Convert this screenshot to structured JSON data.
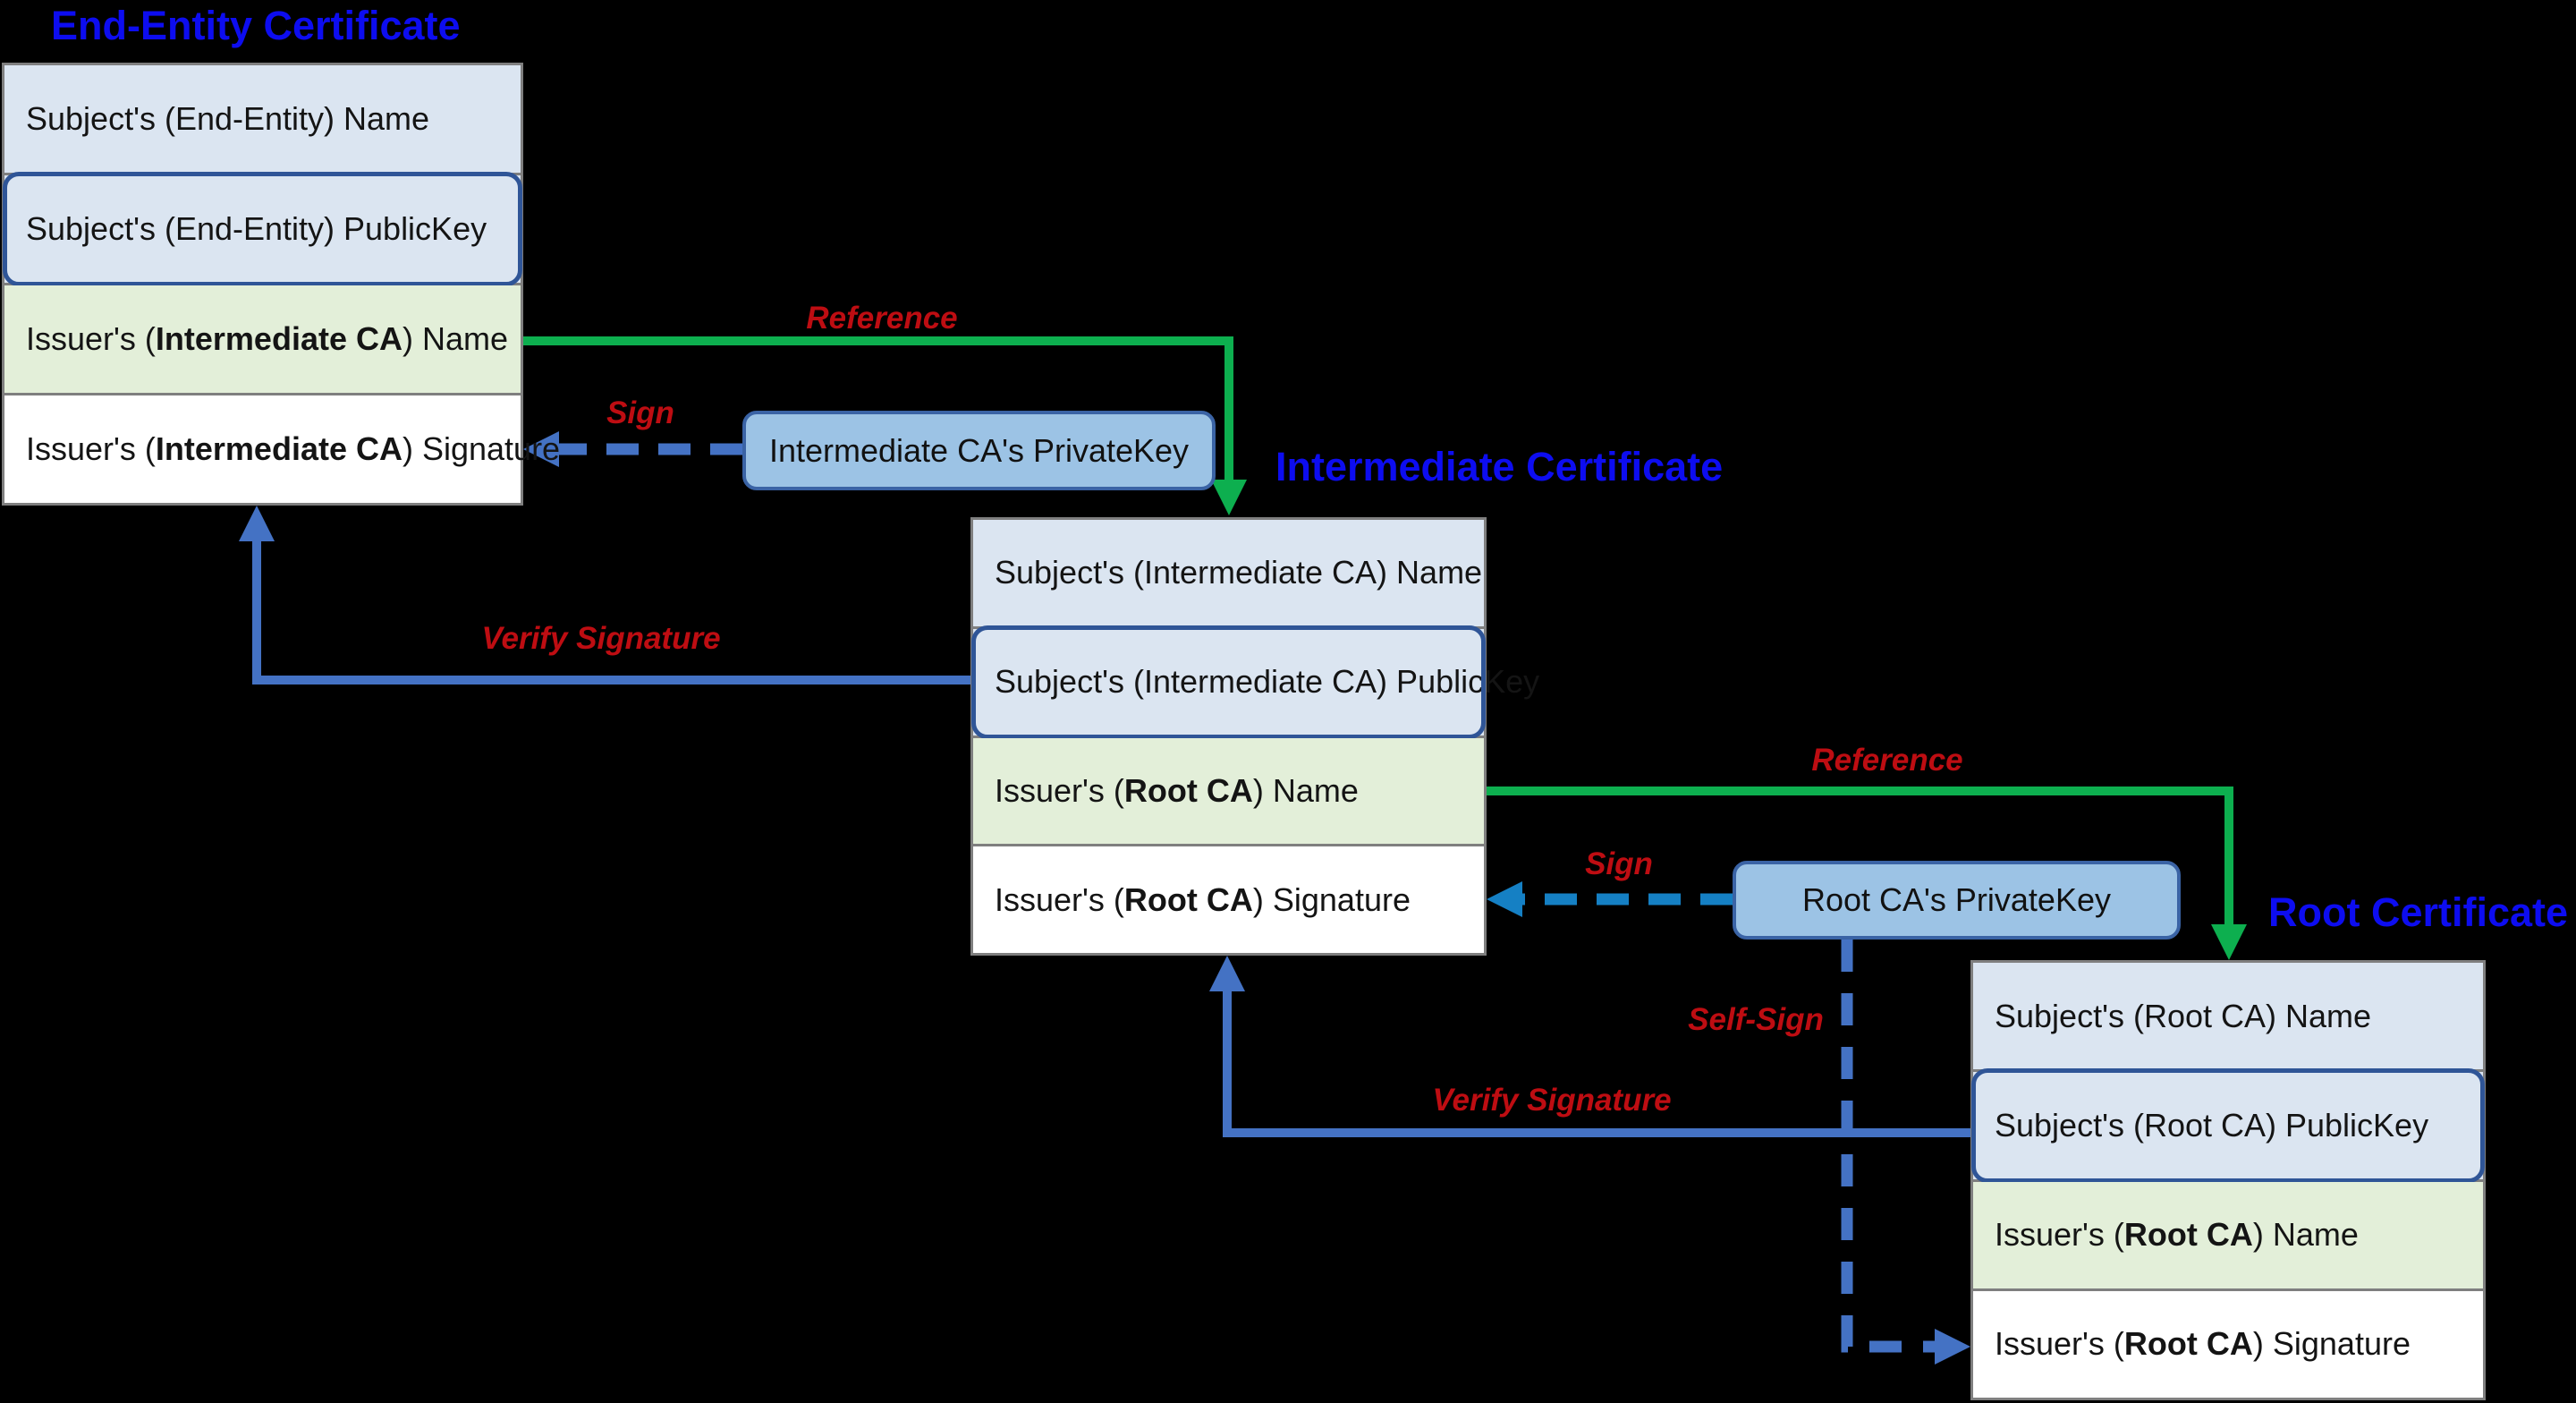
{
  "titles": {
    "end_entity": "End-Entity Certificate",
    "intermediate": "Intermediate Certificate",
    "root": "Root Certificate"
  },
  "certificates": [
    {
      "name": "end-entity-certificate",
      "rows": [
        {
          "pre": "Subject's (End-Entity) Name",
          "bold": "",
          "post": ""
        },
        {
          "pre": "Subject's (End-Entity) PublicKey",
          "bold": "",
          "post": ""
        },
        {
          "pre": "Issuer's (",
          "bold": "Intermediate CA",
          "post": ") Name"
        },
        {
          "pre": "Issuer's (",
          "bold": "Intermediate CA",
          "post": ") Signature"
        }
      ]
    },
    {
      "name": "intermediate-certificate",
      "rows": [
        {
          "pre": "Subject's (Intermediate CA) Name",
          "bold": "",
          "post": ""
        },
        {
          "pre": "Subject's (Intermediate CA) PublicKey",
          "bold": "",
          "post": ""
        },
        {
          "pre": "Issuer's (",
          "bold": "Root CA",
          "post": ") Name"
        },
        {
          "pre": "Issuer's (",
          "bold": "Root CA",
          "post": ") Signature"
        }
      ]
    },
    {
      "name": "root-certificate",
      "rows": [
        {
          "pre": "Subject's (Root CA) Name",
          "bold": "",
          "post": ""
        },
        {
          "pre": "Subject's (Root CA) PublicKey",
          "bold": "",
          "post": ""
        },
        {
          "pre": "Issuer's (",
          "bold": "Root CA",
          "post": ") Name"
        },
        {
          "pre": "Issuer's (",
          "bold": "Root CA",
          "post": ") Signature"
        }
      ]
    }
  ],
  "keys": [
    {
      "label": "Intermediate CA's PrivateKey"
    },
    {
      "label": "Root CA's PrivateKey"
    }
  ],
  "arrow_labels": {
    "reference1": "Reference",
    "sign1": "Sign",
    "verify1": "Verify Signature",
    "reference2": "Reference",
    "sign2": "Sign",
    "verify2": "Verify Signature",
    "self_sign": "Self-Sign"
  },
  "colors": {
    "background": "#000000",
    "title_blue": "#0d0df0",
    "label_red": "#be0d12",
    "reference_green": "#0daf4f",
    "arrow_blue": "#4472c4",
    "sign2_blue": "#1580c4",
    "row_light_blue": "#dbe5f1",
    "row_light_green": "#e3efd9",
    "row_white": "#ffffff",
    "row_border_gray": "#7f7f7f",
    "publickey_ring_blue": "#2f5597",
    "privatekey_fill": "#9cc3e5",
    "privatekey_border": "#3a63a5"
  }
}
